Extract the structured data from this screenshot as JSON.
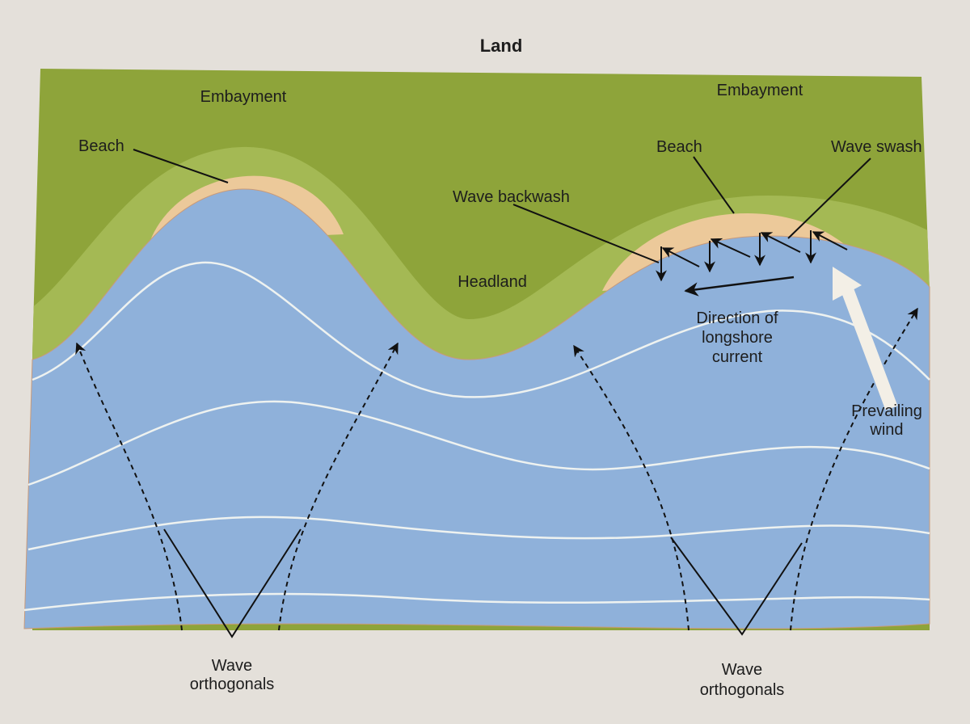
{
  "title": "Land",
  "labels": {
    "embayment_left": "Embayment",
    "embayment_right": "Embayment",
    "beach_left": "Beach",
    "beach_right": "Beach",
    "wave_swash": "Wave swash",
    "wave_backwash": "Wave backwash",
    "headland": "Headland",
    "longshore_1": "Direction of",
    "longshore_2": "longshore",
    "longshore_3": "current",
    "wind_1": "Prevailing",
    "wind_2": "wind",
    "orthogonals_left_1": "Wave",
    "orthogonals_left_2": "orthogonals",
    "orthogonals_right_1": "Wave",
    "orthogonals_right_2": "orthogonals"
  },
  "colors": {
    "land": "#8ea43a",
    "land_band": "#a4b954",
    "beach": "#ecc99a",
    "water": "#8fb1da",
    "swell": "#eef2f0",
    "paper": "#e4e0da"
  }
}
